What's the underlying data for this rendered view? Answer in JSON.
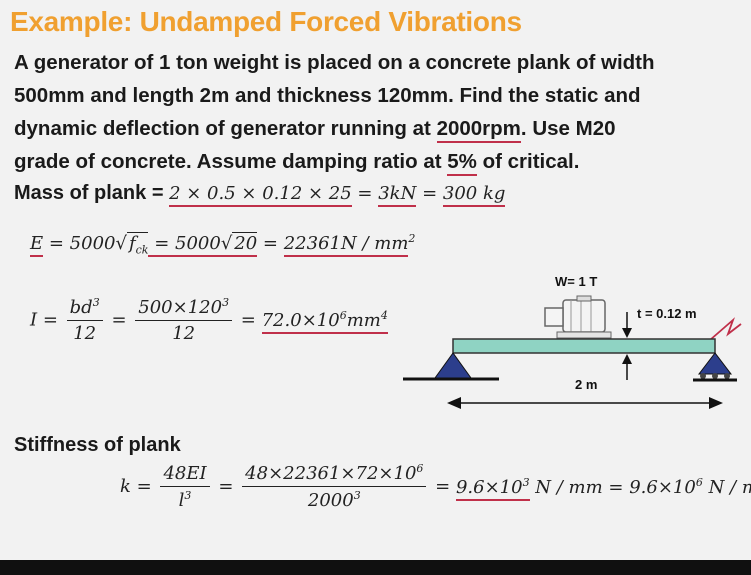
{
  "title": "Example: Undamped Forced Vibrations",
  "problem": {
    "line1": "A generator of 1 ton weight is placed on a concrete plank of width",
    "line2": "500mm and length 2m and thickness 120mm. Find the static and",
    "line3_a": "dynamic deflection of generator running at ",
    "line3_b": "2000rpm",
    "line3_c": ". Use M20",
    "line4_a": "grade of concrete. Assume damping ratio at ",
    "line4_b": "5%",
    "line4_c": " of critical."
  },
  "mass": {
    "label": "Mass of plank = ",
    "t1": "2 × 0.5 × 0.12 × ",
    "t2": "25",
    "t3": " = ",
    "t4": "3kN",
    "t5": " = ",
    "t6": "300 kg"
  },
  "E": {
    "lhs": "E",
    "eq1": " = 5000",
    "sqrt1": "f",
    "sub1": "ck",
    "eq2": " = 5000",
    "sqrt2": "20",
    "eq3": " = ",
    "val": "22361N / mm",
    "exp": "2"
  },
  "I": {
    "lhs": "I =",
    "num1": "bd",
    "num1_exp": "3",
    "den1": "12",
    "eq": "=",
    "num2": "500×120",
    "num2_exp": "3",
    "den2": "12",
    "eq2": " = ",
    "val": "72.0×10",
    "val_exp": "6",
    "unit": "mm",
    "unit_exp": "4"
  },
  "stiffness": {
    "label": "Stiffness of plank",
    "lhs": "k =",
    "num1": "48EI",
    "den1": "l",
    "den1_exp": "3",
    "eq": "=",
    "num2": "48×22361×72×10",
    "num2_exp": "6",
    "den2": "2000",
    "den2_exp": "3",
    "eq2": " = ",
    "val1": "9.6×10",
    "val1_exp": "3",
    "unit1": " N / mm = 9.6×10",
    "val2_exp": "6",
    "unit2": " N / m"
  },
  "diagram": {
    "weight": "W= 1 T",
    "thickness": "t = 0.12 m",
    "length": "2 m"
  },
  "colors": {
    "title": "#f0a030",
    "beam": "#8fd3c3",
    "support": "#2c3e8c",
    "annotation": "#c0304a"
  }
}
